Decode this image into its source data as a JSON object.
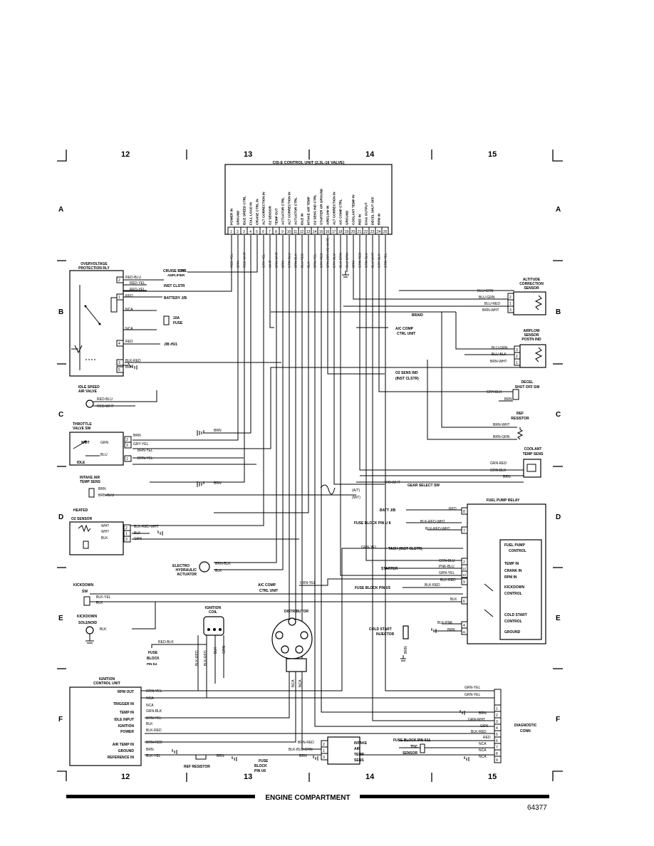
{
  "grid": {
    "columns": [
      "12",
      "13",
      "14",
      "15"
    ],
    "rows": [
      "A",
      "B",
      "C",
      "D",
      "E",
      "F"
    ]
  },
  "control_unit": {
    "title": "CIS-E CONTROL UNIT (2.3L-16 VALVE)",
    "pins": [
      "1",
      "2",
      "3",
      "4",
      "5",
      "6",
      "7",
      "8",
      "9",
      "10",
      "11",
      "12",
      "13",
      "14",
      "15",
      "16",
      "17",
      "18",
      "19",
      "20",
      "21",
      "22",
      "23",
      "24",
      "25"
    ],
    "pin_functions": [
      "POWER IN",
      "GROUND",
      "IDLE SPEED CTRL",
      "FULL LOAD IN",
      "CRUISE CTRL IN",
      "ALT CORRECTION IN",
      "O2 SENSOR",
      "TEMP OUT",
      "ACTUATOR CTRL",
      "ALT CORRECTION IN",
      "ACTUATOR CTRL",
      "IDLE IN",
      "INTAKE AIR TEMP",
      "O2 SENS IND CTRL",
      "STARTER OR GROUND",
      "AIRFLOW IN",
      "ALT CORRECTION IN",
      "A/C COMP CTRL",
      "GROUND",
      "COOLANT TEMP IN",
      "REF IN",
      "DIAG OUTPUT",
      "DECEL SHUT OFF",
      "RPM IN",
      ""
    ],
    "wires": [
      "RED-YEL",
      "BRN",
      "RED-WHT",
      "",
      "",
      "GRY-YEL",
      "WHT",
      "BRN-WHT",
      "BRN",
      "GRN-BLU",
      "BRN-BLK",
      "BLU-RED",
      "BLK",
      "BRN-YEL",
      "GRY-RED",
      "BRN (OR VIO-WHT)",
      "GRY-BLU",
      "BLU-GRN",
      "BLU-GRN",
      "BRN",
      "GRN-RED",
      "GRN-BLU",
      "BLU-WHT",
      "GRY-BLK",
      "GRN-YEL"
    ]
  },
  "components": {
    "overvoltage": {
      "title1": "OVERVOLTAGE",
      "title2": "PROTECTION RLY",
      "pins": [
        "2",
        "1",
        "4",
        "3",
        "5"
      ],
      "wires": [
        "RED-BLU",
        "RED-YEL",
        "RED-YEL",
        "RED",
        "NCA",
        "NCA",
        "RED",
        "BLK-RED",
        "BRN"
      ],
      "fuse": "10A",
      "fuse2": "FUSE",
      "battery": "BATTERY J/B",
      "inst": "INST CLSTR",
      "jb": "J/B #5/1",
      "cruise": "CRUISE CTRL",
      "cruise2": "AMPLIFIER",
      "cruise_wire": "WHT"
    },
    "idle_valve": {
      "title1": "IDLE SPEED",
      "title2": "AIR VALVE",
      "wires": [
        "RED-BLU",
        "RED-WHT"
      ]
    },
    "throttle": {
      "title1": "THROTTLE",
      "title2": "VALVE SW",
      "wot": "WOT",
      "idle": "IDLE",
      "pins": [
        "2",
        "3",
        "1"
      ],
      "wires": [
        "BRN",
        "GRY-YEL",
        "BRN-YEL",
        "BRN-YEL",
        "GRN",
        "BLU",
        "BRN"
      ]
    },
    "intake_sens": {
      "title1": "INTAKE AIR",
      "title2": "TEMP SENS",
      "wires": [
        "BRN",
        "BRN-BLU",
        "BRN"
      ]
    },
    "heated_o2": {
      "title1": "HEATED",
      "title2": "O2 SENSOR",
      "pins": [
        "2",
        "1",
        "3"
      ],
      "wires": [
        "WHT",
        "WHT",
        "BLK",
        "BLK-RED-WHT",
        "BLK",
        "GRN"
      ]
    },
    "kickdown_sw": {
      "title1": "KICKDOWN",
      "title2": "SW",
      "wires": [
        "BLK-YEL",
        "BLK"
      ]
    },
    "kickdown_sol": {
      "title1": "KICKDOWN",
      "title2": "SOLENOID",
      "wire": "BLK"
    },
    "electro": {
      "title1": "ELECTRO",
      "title2": "HYDRAULIC",
      "title3": "ACTUATOR",
      "wires": [
        "BRN-BLK",
        "BLK"
      ]
    },
    "ign_coil": {
      "title1": "IGNITION",
      "title2": "COIL",
      "wires": [
        "BLK-RED",
        "BLK-RED",
        "BLK",
        "GRN"
      ],
      "fuse": "RED-BLK",
      "fuse_block": "FUSE",
      "fuse_block2": "BLOCK",
      "fuse_pin": "PIN E4"
    },
    "distributor": {
      "title": "DISTRIBUTOR",
      "wires": [
        "NCA",
        "NCA"
      ]
    },
    "ign_ctrl": {
      "title1": "IGNITION",
      "title2": "CONTROL UNIT",
      "labels": [
        "RPM OUT",
        "TRIGGER IN",
        "TEMP IN",
        "IDLE INPUT",
        "IGNITION",
        "POWER",
        "AIR TEMP IN",
        "GROUND",
        "REFERENCE IN"
      ],
      "wires": [
        "GRN-YEL",
        "NCA",
        "NCA",
        "GRN-BLK",
        "BRN-YEL",
        "BLK",
        "BLK-RED",
        "BRN-RED",
        "BRN",
        "BLK-YEL",
        "BRN"
      ],
      "ref": "REF RESISTOR"
    },
    "intake_air_temp_sens": {
      "title1": "INTAKE",
      "title2": "AIR",
      "title3": "TEMP",
      "title4": "SENS",
      "pins": [
        "2",
        "1",
        "3"
      ],
      "wires": [
        "BRN-RED",
        "BLK-BLU-GRN",
        "BRN"
      ],
      "fuse1": "FUSE",
      "fuse2": "BLOCK",
      "fuse3": "PIN U6"
    },
    "altitude": {
      "title1": "ALTITUDE",
      "title2": "CORRECTION",
      "title3": "SENSOR",
      "pins": [
        "2",
        "1",
        "3"
      ],
      "wires": [
        "BLU-GRN",
        "BLU-GRN",
        "BLU-RED",
        "BRN-WHT"
      ]
    },
    "braid": "BRAID",
    "ac_comp_1": {
      "title1": "A/C COMP",
      "title2": "CTRL UNIT"
    },
    "airflow": {
      "title1": "AIRFLOW",
      "title2": "SENSOR",
      "title3": "POSTN IND",
      "pins": [
        "3",
        "2",
        "1"
      ],
      "wires": [
        "BLU-GRN",
        "BLU-BLK",
        "BRN-WHT"
      ]
    },
    "o2_ind": {
      "title1": "O2 SENS IND",
      "title2": "(INST CLSTR)"
    },
    "decel": {
      "title1": "DECEL",
      "title2": "SHUT OFF SW",
      "wires": [
        "GRY-BLK",
        "BRN"
      ]
    },
    "ref_res": {
      "title1": "REF",
      "title2": "RESISTOR",
      "wires": [
        "BRN-WHT",
        "BRN-GRN"
      ]
    },
    "coolant": {
      "title1": "COOLANT",
      "title2": "TEMP SENS",
      "wires": [
        "GRN-RED",
        "GRN-BLK",
        "BRN"
      ]
    },
    "gear": {
      "wire": "VIO-WHT",
      "label": "GEAR SELECT SW",
      "at": "(A/T)",
      "mt": "(M/T)"
    },
    "fuel_pump": {
      "title": "FUEL PUMP RELAY",
      "ctrl1": "FUEL PUMP",
      "ctrl2": "CONTROL",
      "labels": [
        "TEMP IN",
        "CRANK IN",
        "RPM IN",
        "KICKDOWN",
        "CONTROL",
        "COLD START",
        "CONTROL",
        "GROUND"
      ],
      "pins": [
        "8",
        "7",
        "2",
        "12",
        "10",
        "9",
        "6",
        "4",
        "11"
      ],
      "left": [
        "BATT J/B",
        "FUSE BLOCK PIN U 8",
        "TACH (INST CLSTR)",
        "STARTER",
        "FUSE BLOCK PIN U5"
      ],
      "wires": [
        "RED",
        "BLK-RED-WHT",
        "BLK-RED-WHT",
        "GRN-YEL",
        "GRN-BLU",
        "PNK-BLU",
        "GRN-YEL",
        "BLK-RED",
        "BLK-RED",
        "BLK",
        "BLK-PNK",
        "BRN"
      ]
    },
    "ac_comp_2": {
      "title1": "A/C COMP",
      "title2": "CTRL UNIT",
      "wire": "GRN-YEL"
    },
    "cold_start": {
      "title1": "COLD START",
      "title2": "INJECTOR",
      "wire": "BRN"
    },
    "diag": {
      "title1": "DIAGNOSTIC",
      "title2": "CONN",
      "pins": [
        "1",
        "2",
        "3",
        "4",
        "5",
        "6",
        "7",
        "8",
        "9"
      ],
      "wires": [
        "GRN-YEL",
        "GRN-YEL",
        "BRN",
        "GRN-WHT",
        "GRN",
        "BLK-RED",
        "RED",
        "NCA",
        "NCA",
        "NCA"
      ]
    },
    "tdc": {
      "fuse": "FUSE BLOCK PIN S11",
      "title1": "TDC",
      "title2": "SENSOR"
    }
  },
  "footer": {
    "title": "ENGINE COMPARTMENT",
    "figure_no": "64377"
  }
}
